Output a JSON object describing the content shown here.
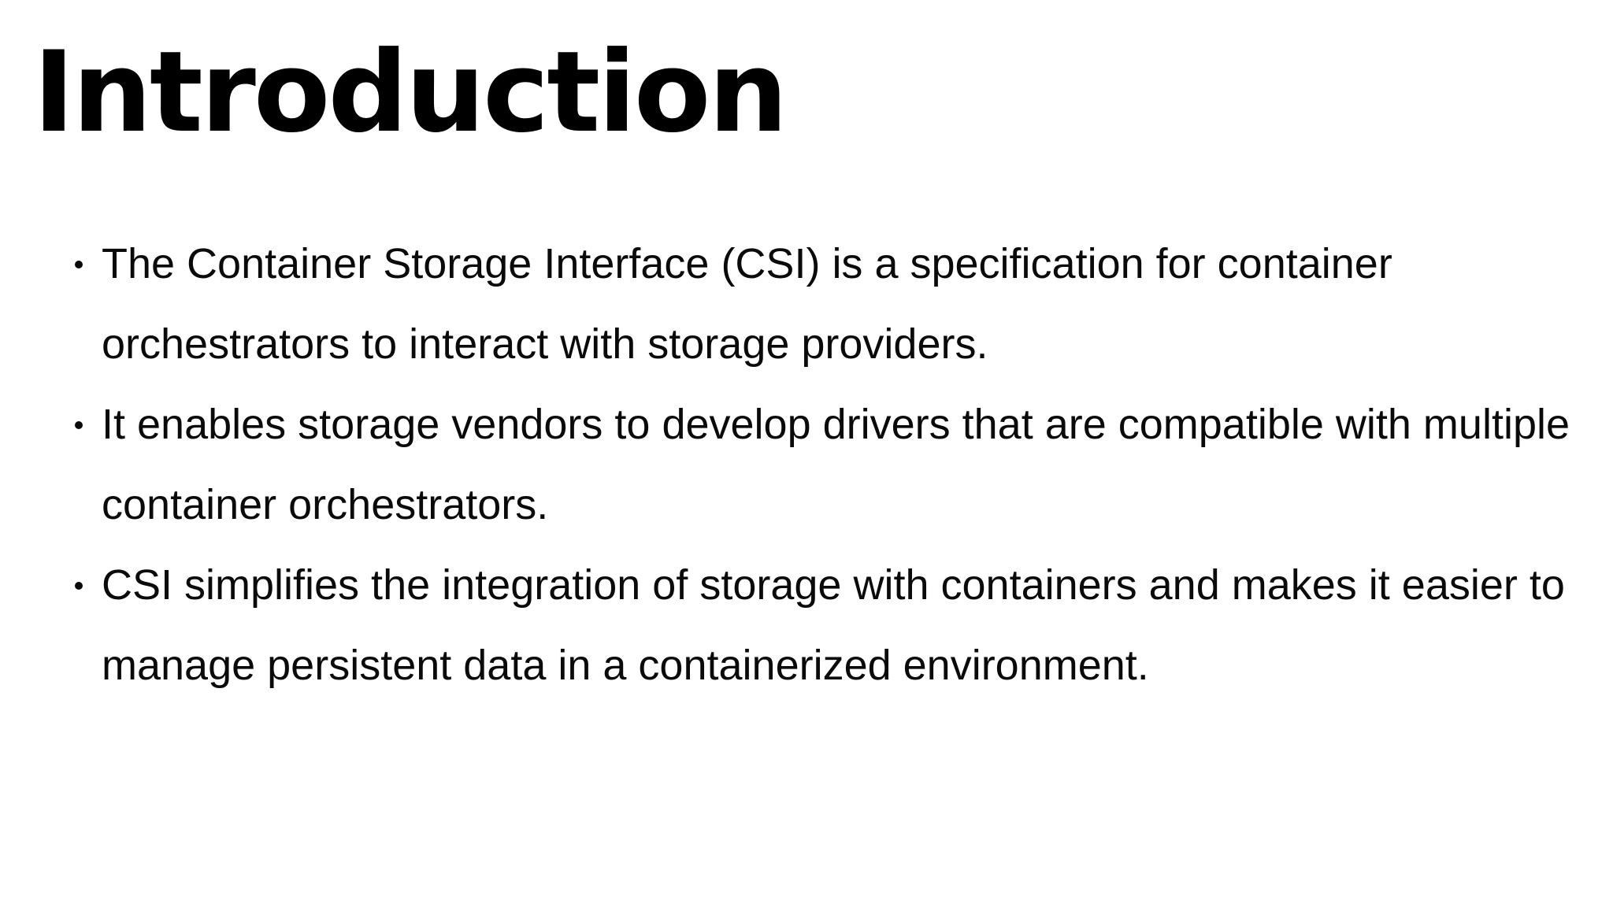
{
  "slide": {
    "title": "Introduction",
    "bullets": [
      "The Container Storage Interface (CSI) is a specification for container orchestrators to interact with storage providers.",
      "It enables storage vendors to develop drivers that are compatible with multiple container orchestrators.",
      "CSI simplifies the integration of storage with containers and makes it easier to manage persistent data in a containerized environment."
    ]
  },
  "colors": {
    "background": "#ffffff",
    "text": "#0a0a0a"
  }
}
